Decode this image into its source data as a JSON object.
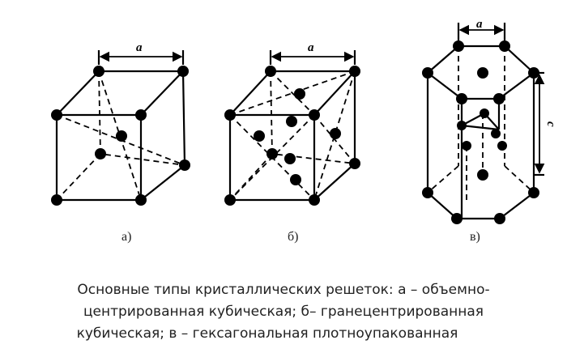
{
  "figure": {
    "bcc": {
      "label": "а)",
      "dim_label": "a"
    },
    "fcc": {
      "label": "б)",
      "dim_label": "a"
    },
    "hcp": {
      "label": "в)",
      "dim_label_a": "a",
      "dim_label_c": "c"
    }
  },
  "caption": {
    "line1": "Основные типы кристаллических решеток: а – объемно-",
    "line2": "центрированная кубическая; б– гранецентрированная",
    "line3": "кубическая; в – гексагональная плотноупакованная"
  }
}
